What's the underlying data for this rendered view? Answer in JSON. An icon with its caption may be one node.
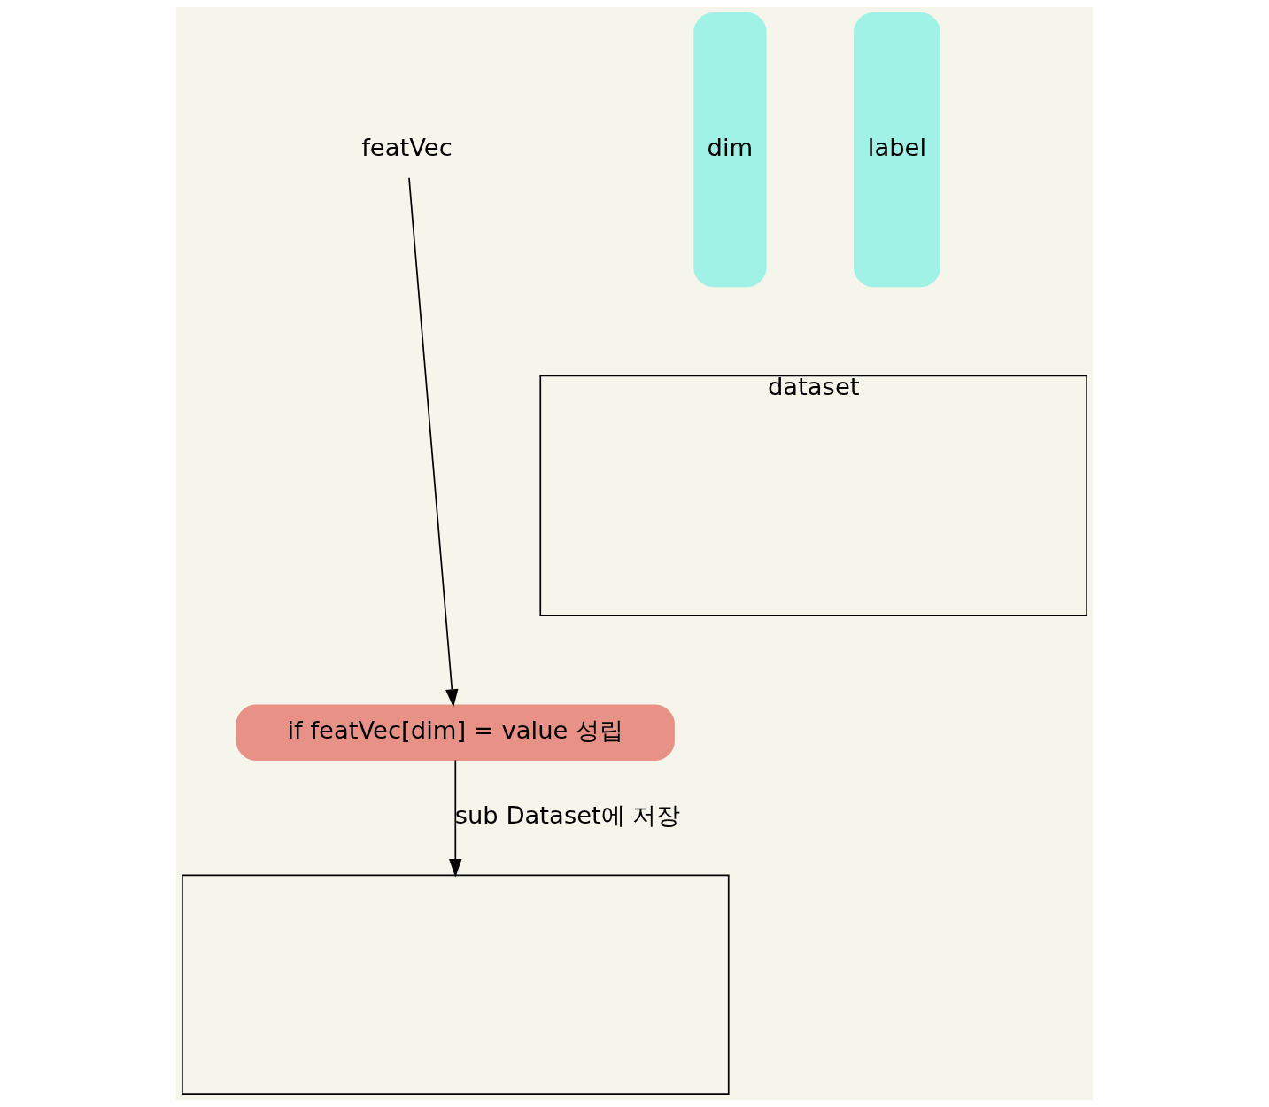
{
  "diagram": {
    "nodes": [
      {
        "text": [
          "dataset"
        ]
      },
      {
        "text": [
          "dim"
        ]
      },
      {
        "text": [
          "label"
        ]
      },
      {
        "text": [
          "featVec"
        ]
      },
      {
        "text": [
          "if featVec[dim] = value 성립"
        ]
      },
      {
        "text": [],
        "shape": "box"
      }
    ],
    "edges": [
      {
        "from": 3,
        "to": 4,
        "arrow": "to"
      },
      {
        "from": 4,
        "to": 5,
        "arrow": "to",
        "label": "sub Dataset에 저장"
      }
    ]
  }
}
